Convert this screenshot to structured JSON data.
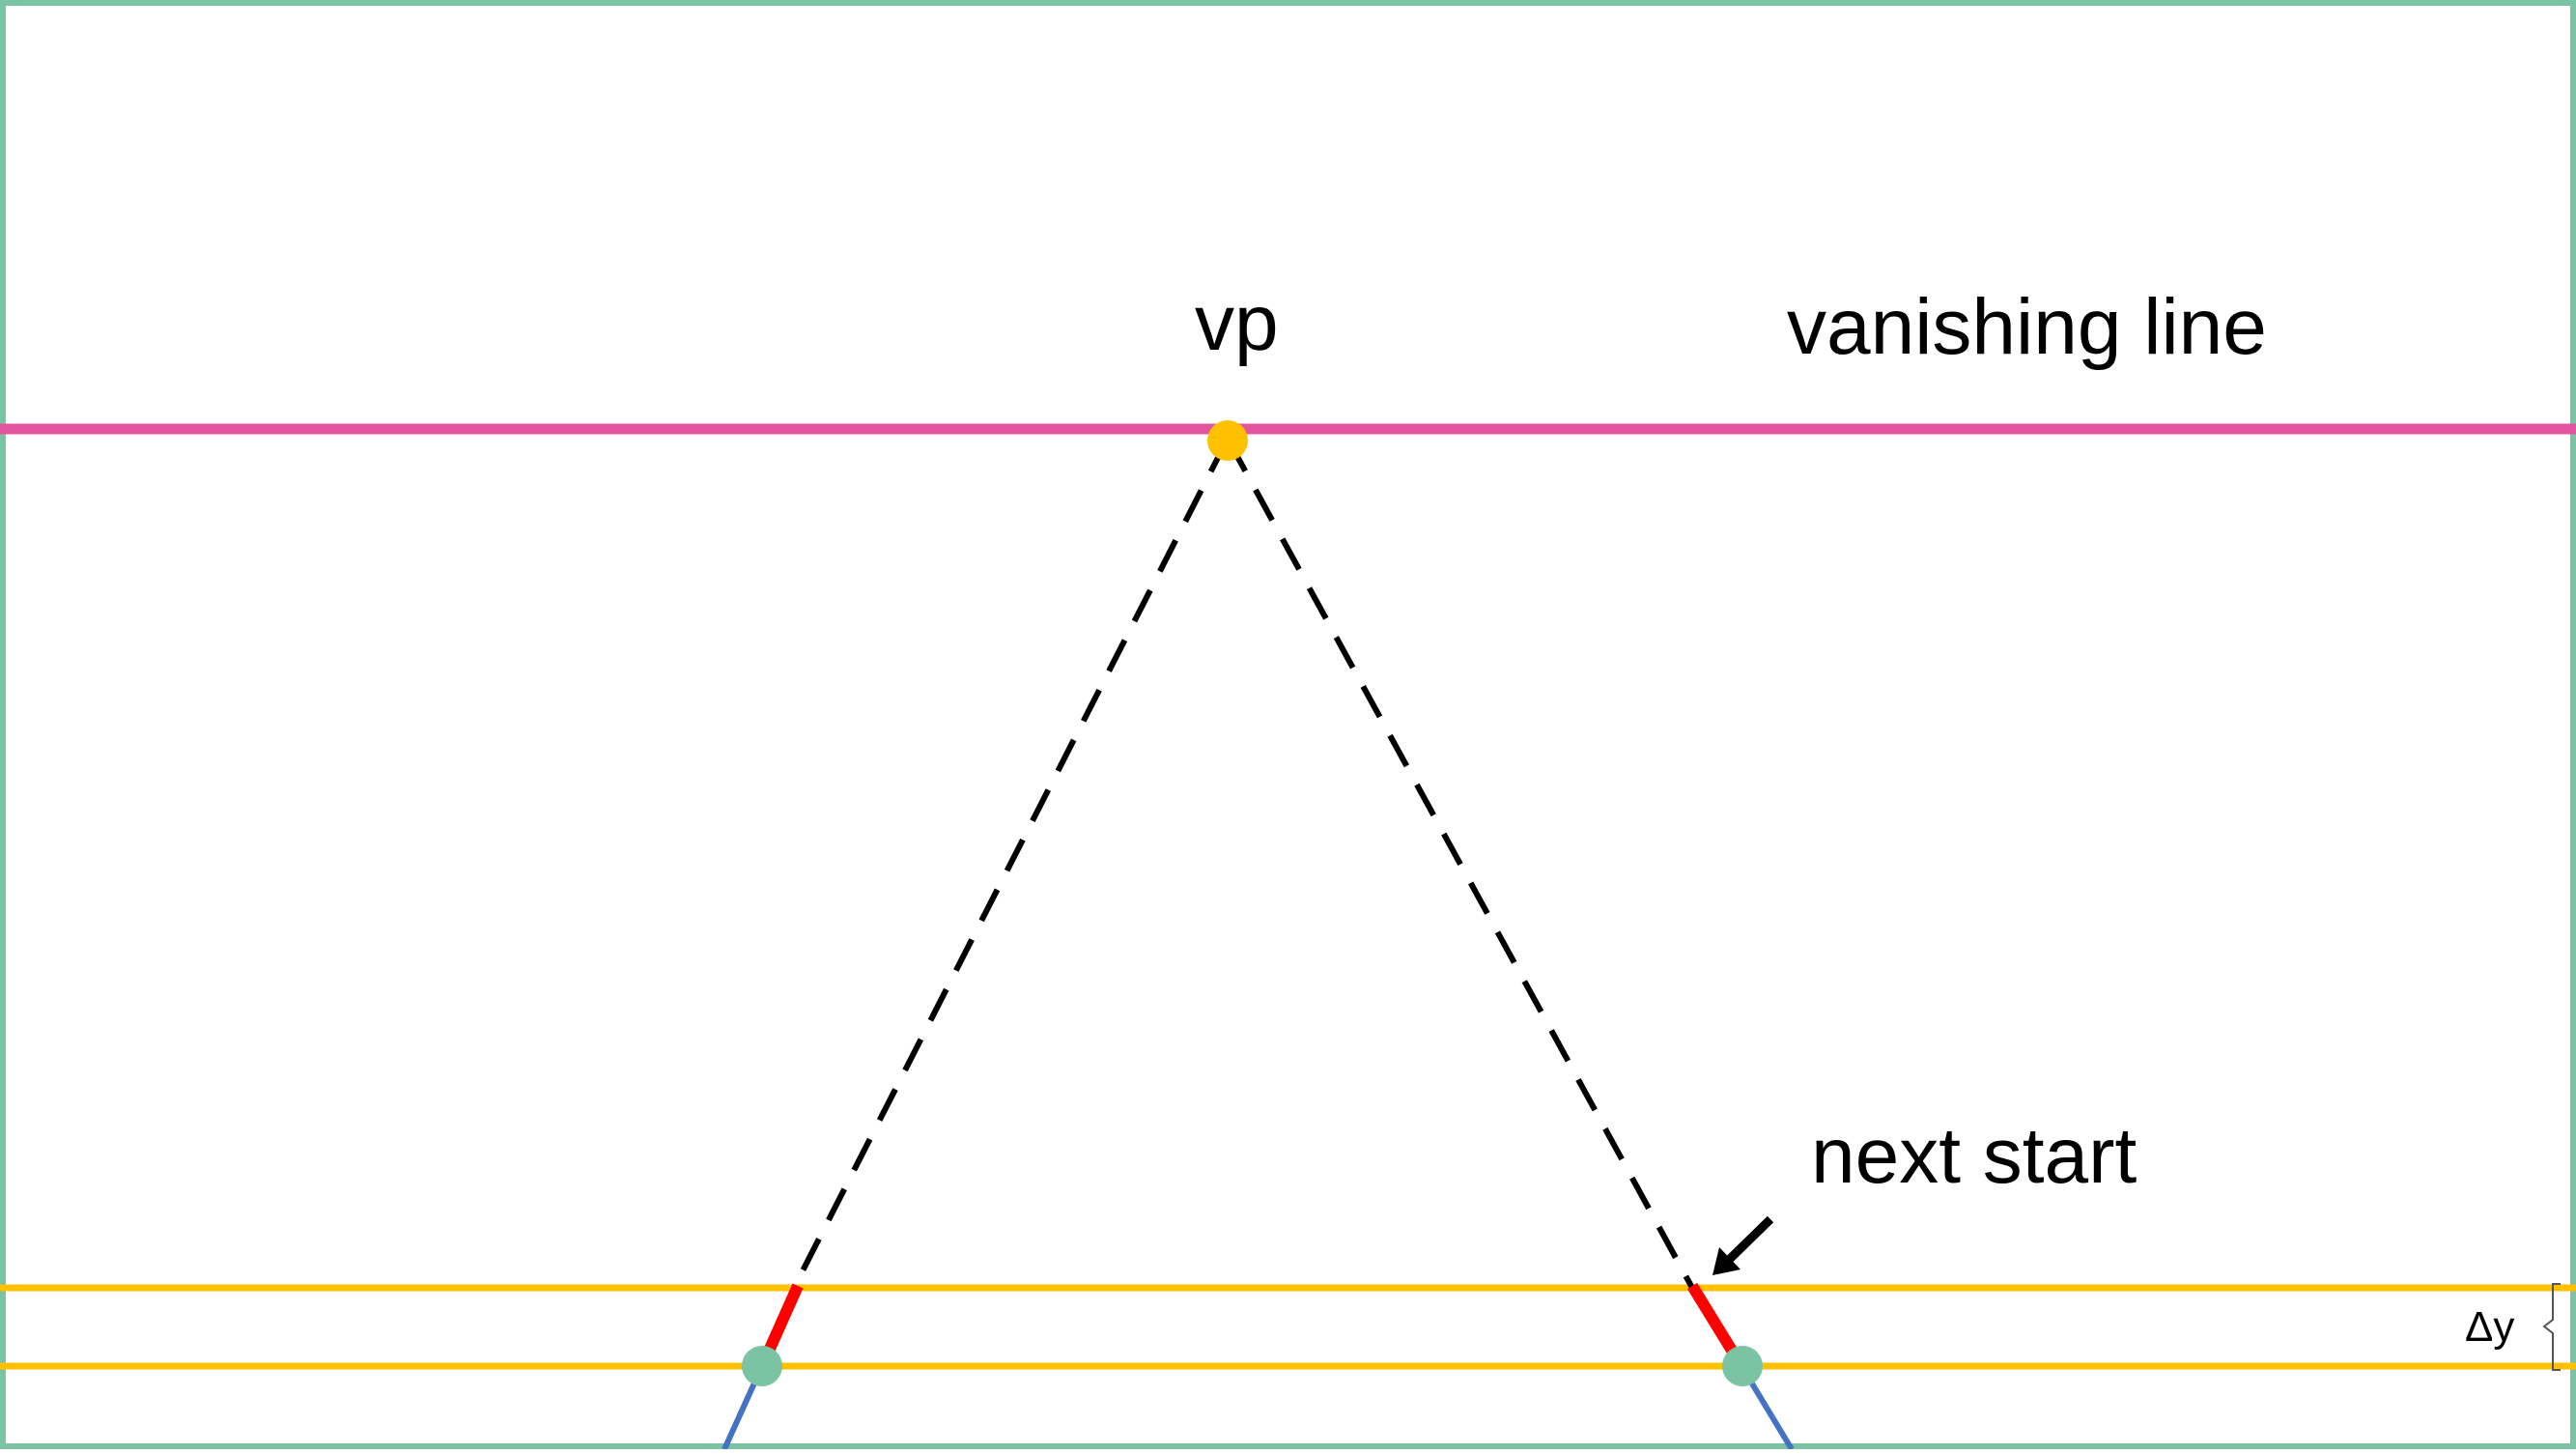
{
  "labels": {
    "vp": "vp",
    "vanishing_line": "vanishing line",
    "next_start": "next start",
    "delta_y": "Δy"
  },
  "colors": {
    "frame": "#7ac3a3",
    "vanishing_line": "#e0559e",
    "vanishing_point": "#ffc000",
    "scan_lines": "#ffc000",
    "dashed_rays": "#000000",
    "red_segments": "#ff0000",
    "blue_lines": "#4472c4",
    "start_points": "#7ac3a3",
    "arrow": "#000000"
  }
}
